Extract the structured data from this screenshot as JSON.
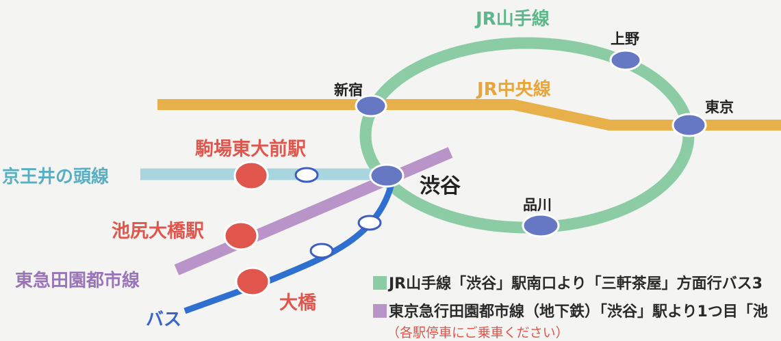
{
  "colors": {
    "yamanote": "#8ccca5",
    "chuo": "#e8b04b",
    "inokashira": "#a9d6de",
    "denentoshi": "#b894c9",
    "bus": "#2e6fd0",
    "station_major": "#6677c4",
    "station_destination": "#e0554c"
  },
  "lines": {
    "yamanote": "JR山手線",
    "chuo": "JR中央線",
    "inokashira": "京王井の頭線",
    "denentoshi": "東急田園都市線",
    "bus": "バス"
  },
  "stations": {
    "ueno": "上野",
    "shinjuku": "新宿",
    "tokyo": "東京",
    "shibuya": "渋谷",
    "shinagawa": "品川",
    "komaba": "駒場東大前駅",
    "ikejiri": "池尻大橋駅",
    "ohashi": "大橋"
  },
  "legend": {
    "item1": "JR山手線「渋谷」駅南口より「三軒茶屋」方面行バス3",
    "item2": "東京急行田園都市線（地下鉄）「渋谷」駅より1つ目「池",
    "note": "（各駅停車にご乗車ください）"
  }
}
